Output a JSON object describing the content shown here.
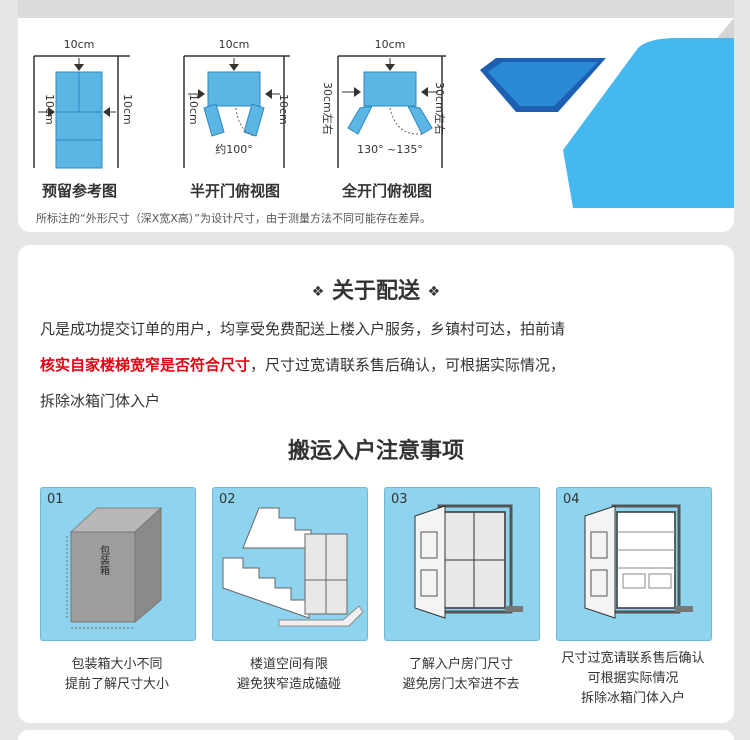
{
  "top": {
    "dim10": "10cm",
    "dim30": "30cm左右",
    "angle_half": "约100°",
    "angle_full": "130° ~135°",
    "captions": [
      "预留参考图",
      "半开门俯视图",
      "全开门俯视图"
    ],
    "note": "所标注的“外形尺寸（深X宽X高）”为设计尺寸，由于测量方法不同可能存在差异。"
  },
  "delivery": {
    "title": "关于配送",
    "line1": "凡是成功提交订单的用户，均享受免费配送上楼入户服务，乡镇村可达，拍前请",
    "line2_red": "核实自家楼梯宽窄是否符合尺寸",
    "line2_rest": "，尺寸过宽请联系售后确认，可根据实际情况，",
    "line3": "拆除冰箱门体入户"
  },
  "moving": {
    "title": "搬运入户注意事项",
    "box_label": "包装箱",
    "steps": [
      {
        "num": "01",
        "lines": [
          "包装箱大小不同",
          "提前了解尺寸大小"
        ]
      },
      {
        "num": "02",
        "lines": [
          "楼道空间有限",
          "避免狭窄造成磕碰"
        ]
      },
      {
        "num": "03",
        "lines": [
          "了解入户房门尺寸",
          "避免房门太窄进不去"
        ]
      },
      {
        "num": "04",
        "lines": [
          "尺寸过宽请联系售后确认",
          "可根据实际情况",
          "拆除冰箱门体入户"
        ]
      }
    ]
  },
  "colors": {
    "accent_blue": "#3ba0dc",
    "red": "#e60012",
    "card_bg": "#8fd4ee"
  }
}
